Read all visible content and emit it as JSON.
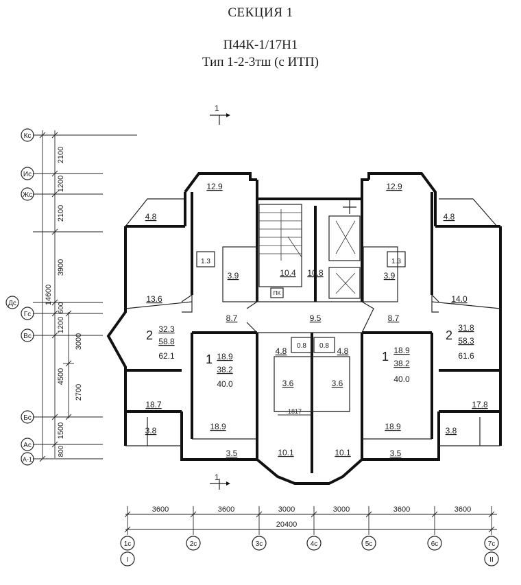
{
  "header": {
    "section": "СЕКЦИЯ 1",
    "series": "П44К-1/17Н1",
    "type": "Тип 1-2-3тш (с ИТП)"
  },
  "section_marks": {
    "top": "1",
    "bottom": "1"
  },
  "rooms": {
    "r129_left": "12.9",
    "r129_right": "12.9",
    "r48_tl": "4.8",
    "r48_tr": "4.8",
    "r39_l": "3.9",
    "r39_r": "3.9",
    "r104": "10.4",
    "r108": "10.8",
    "pk": "ПК",
    "r136": "13.6",
    "r140": "14.0",
    "r87_l": "8.7",
    "r87_r": "8.7",
    "r95": "9.5",
    "r13_l": "1.3",
    "r13_r": "1.3",
    "r08_l": "0.8",
    "r08_r": "0.8",
    "r48_ml": "4.8",
    "r48_mr": "4.8",
    "r36_l": "3.6",
    "r36_r": "3.6",
    "r187": "18.7",
    "r178": "17.8",
    "r189_ll": "18.9",
    "r189_rr": "18.9",
    "r38_l": "3.8",
    "r38_r": "3.8",
    "r35_l": "3.5",
    "r35_r": "3.5",
    "r101_l": "10.1",
    "r101_r": "10.1",
    "dim1817": "1817"
  },
  "apartments": [
    {
      "id": "a2_left",
      "num": "2",
      "living": "32.3",
      "total": "58.8",
      "total_b": "62.1"
    },
    {
      "id": "a1_left",
      "num": "1",
      "living": "18.9",
      "total": "38.2",
      "total_b": "40.0"
    },
    {
      "id": "a1_right",
      "num": "1",
      "living": "18.9",
      "total": "38.2",
      "total_b": "40.0"
    },
    {
      "id": "a2_right",
      "num": "2",
      "living": "31.8",
      "total": "58.3",
      "total_b": "61.6"
    }
  ],
  "left_dims": [
    "2100",
    "1200",
    "2100",
    "3900",
    "600",
    "1200",
    "4500",
    "1500",
    "800"
  ],
  "left_dims_inner": [
    "3000",
    "2700"
  ],
  "left_total": "14600",
  "row_axes": [
    "Кс",
    "Ис",
    "Жс",
    "Дс",
    "Гс",
    "Вс",
    "Бс",
    "Ас",
    "А-1"
  ],
  "bottom_dims": [
    "3600",
    "3600",
    "3000",
    "3000",
    "3600",
    "3600"
  ],
  "bottom_total": "20400",
  "col_axes": [
    "1с",
    "2с",
    "3с",
    "4с",
    "5с",
    "6с",
    "7с"
  ],
  "extra_axes": [
    "I",
    "II"
  ]
}
